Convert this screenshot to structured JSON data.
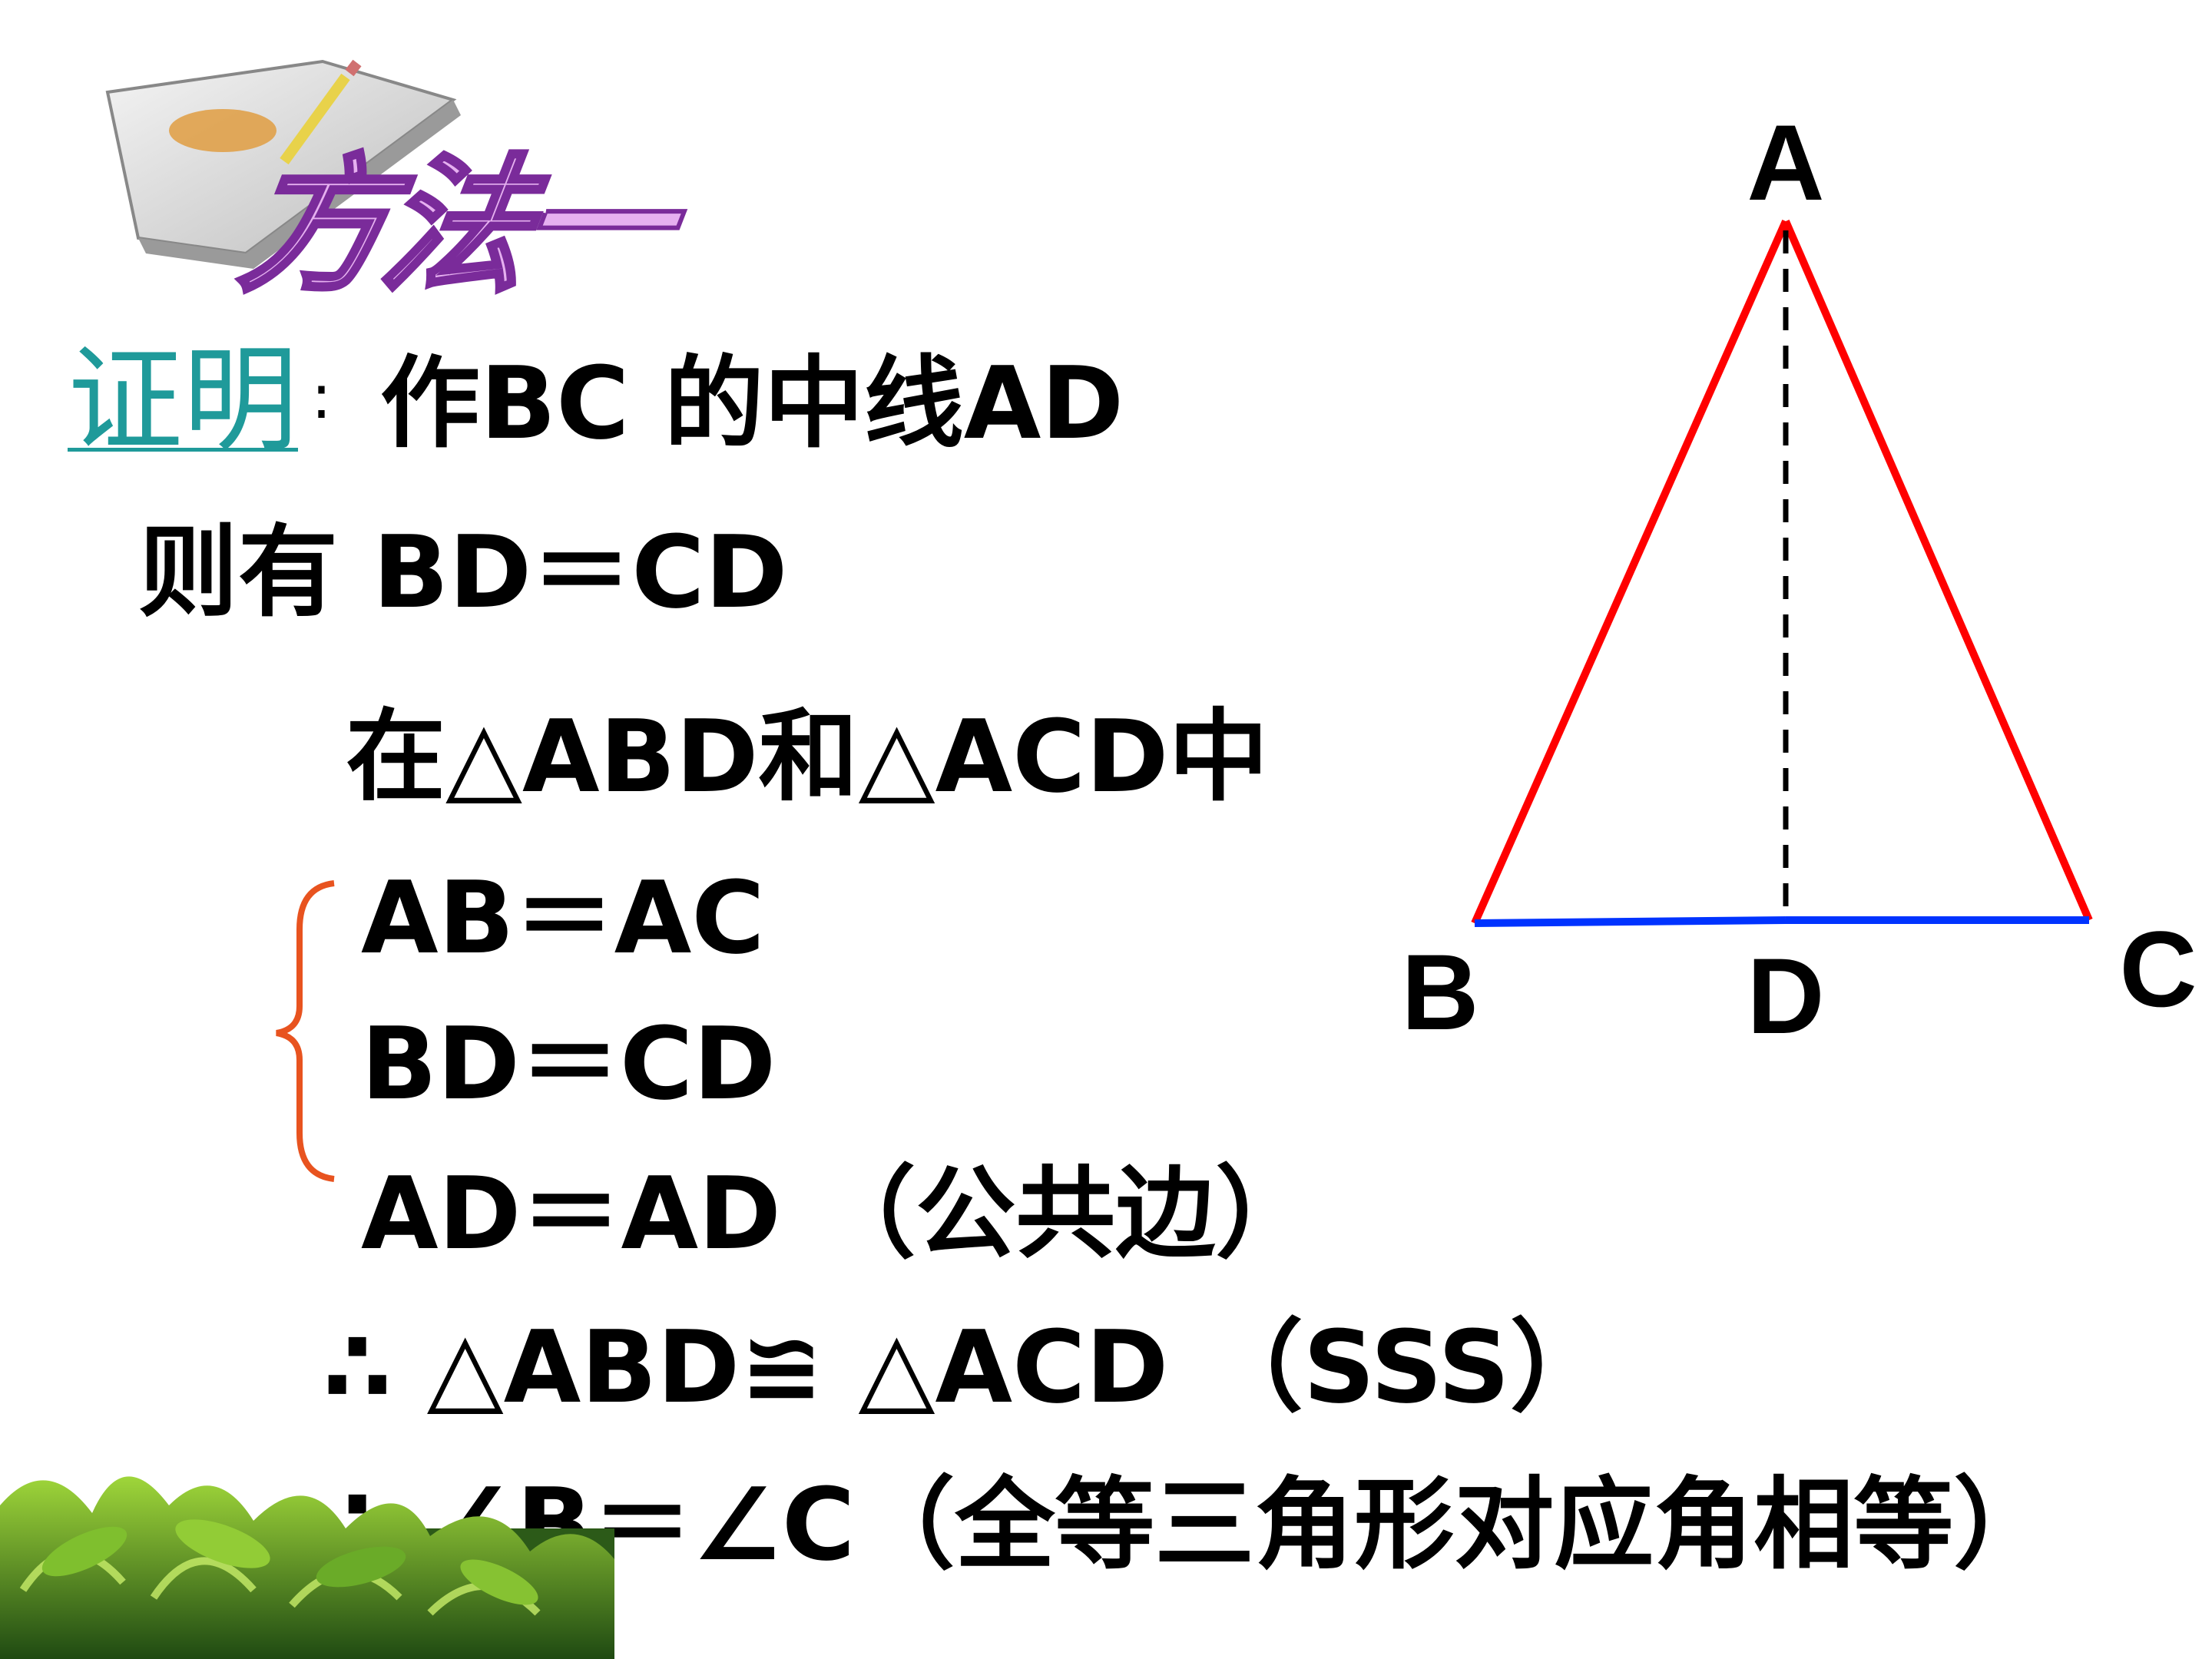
{
  "header": {
    "title": "方法一"
  },
  "proof": {
    "label": "证明",
    "colon": ":",
    "construct": "作BC 的中线AD",
    "then": "则有 BD＝CD",
    "in_triangles": "在△ABD和△ACD中",
    "conditions": [
      "AB＝AC",
      "BD＝CD",
      "AD＝AD  （公共边）"
    ],
    "congruent": "∴ △ABD≌ △ACD  （SSS）",
    "conclusion": "∴ ∠B＝∠C（全等三角形对应角相等）"
  },
  "figure": {
    "vertices": {
      "A": "A",
      "B": "B",
      "C": "C",
      "D": "D"
    },
    "colors": {
      "sides_ab_ac": "#ff0000",
      "base_bc": "#0033ff",
      "median": "#000000",
      "brace": "#e8531f"
    }
  }
}
